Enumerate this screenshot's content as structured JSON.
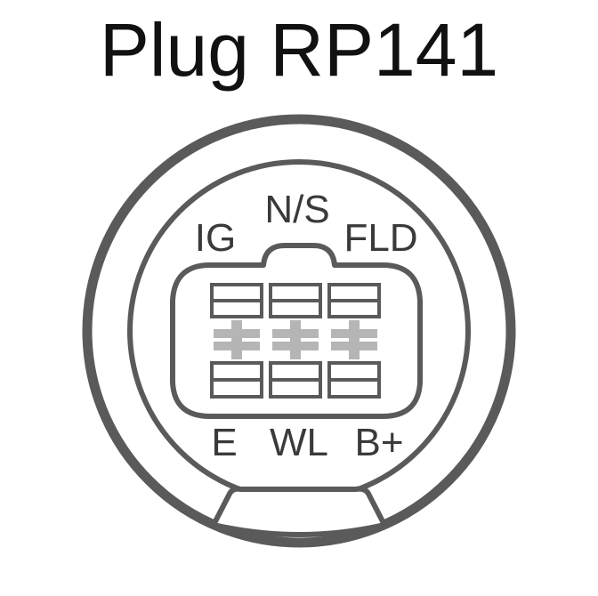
{
  "title": "Plug RP141",
  "pins": {
    "top": [
      "IG",
      "N/S",
      "FLD"
    ],
    "bottom": [
      "E",
      "WL",
      "B+"
    ]
  },
  "colors": {
    "outline": "#5a5a5a",
    "terminal_cross": "#b5b5b5",
    "text": "#3a3a3a",
    "title": "#111111"
  }
}
